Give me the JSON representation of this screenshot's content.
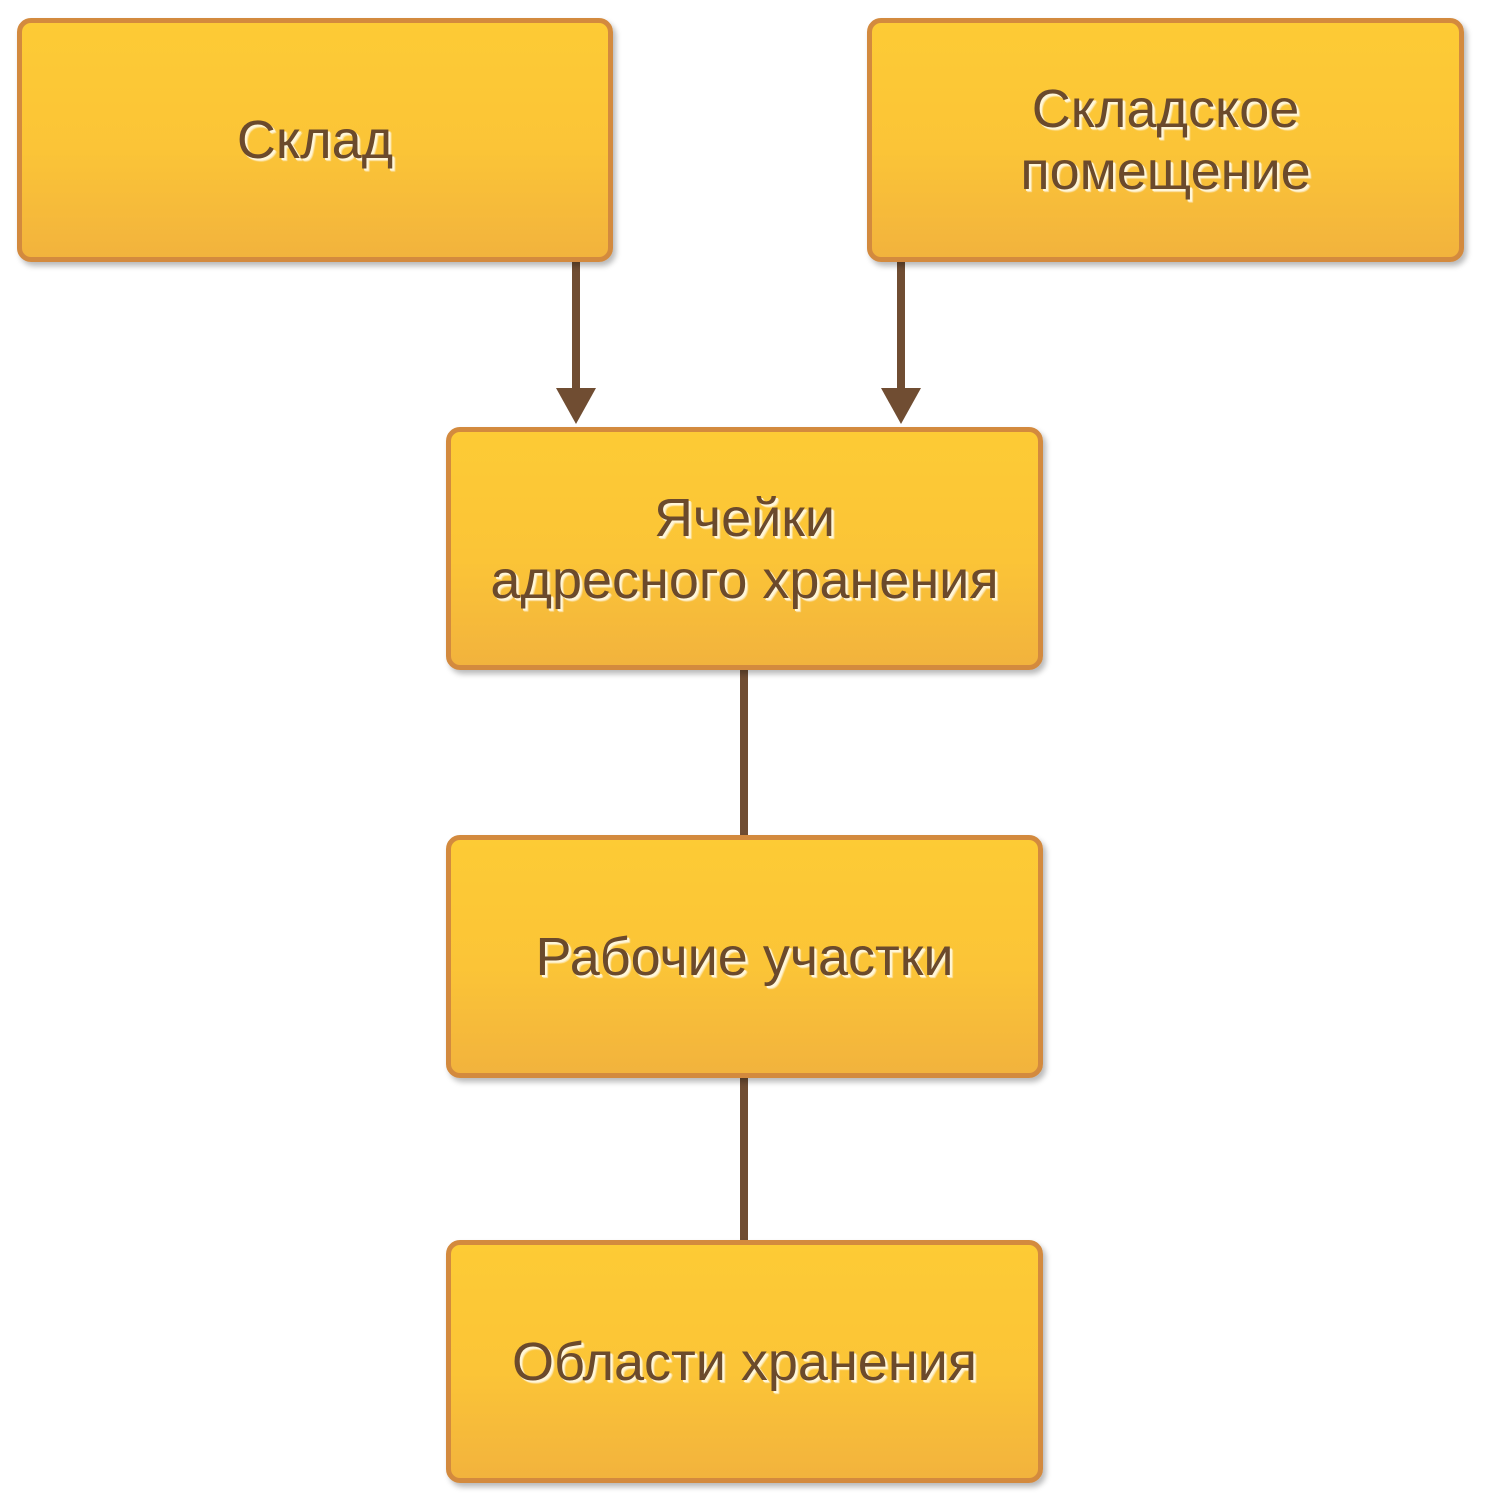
{
  "diagram": {
    "nodes": {
      "warehouse": "Склад",
      "warehouse_room": "Складское\nпомещение",
      "storage_cells": "Ячейки\nадресного хранения",
      "work_areas": "Рабочие участки",
      "storage_areas": "Области хранения"
    },
    "edges": [
      {
        "from": "warehouse",
        "to": "storage_cells",
        "arrow": true
      },
      {
        "from": "warehouse_room",
        "to": "storage_cells",
        "arrow": true
      },
      {
        "from": "storage_cells",
        "to": "work_areas",
        "arrow": false
      },
      {
        "from": "work_areas",
        "to": "storage_areas",
        "arrow": false
      }
    ],
    "colors": {
      "node_fill": "#fbc437",
      "node_border": "#d38a3e",
      "text": "#6b4a2c",
      "connector": "#704d32"
    }
  }
}
